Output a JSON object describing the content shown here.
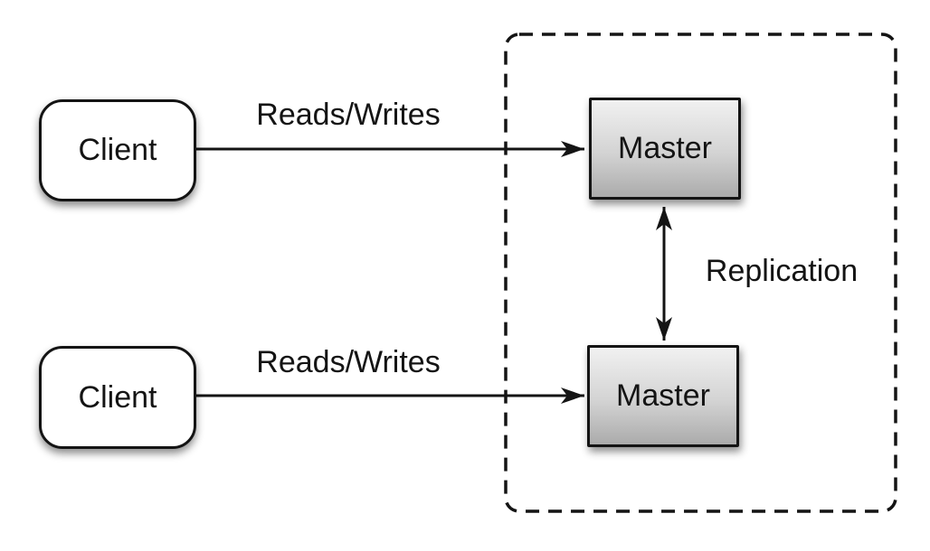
{
  "diagram": {
    "clients": [
      {
        "label": "Client"
      },
      {
        "label": "Client"
      }
    ],
    "cluster": {
      "masters": [
        {
          "label": "Master"
        },
        {
          "label": "Master"
        }
      ]
    },
    "edges": {
      "top_reads_writes": "Reads/Writes",
      "bottom_reads_writes": "Reads/Writes",
      "replication": "Replication"
    },
    "colors": {
      "background": "#ffffff",
      "stroke": "#141414",
      "text": "#141414",
      "client_fill": "#ffffff",
      "master_top": "#f1f1f1",
      "master_bottom": "#ababab"
    }
  }
}
